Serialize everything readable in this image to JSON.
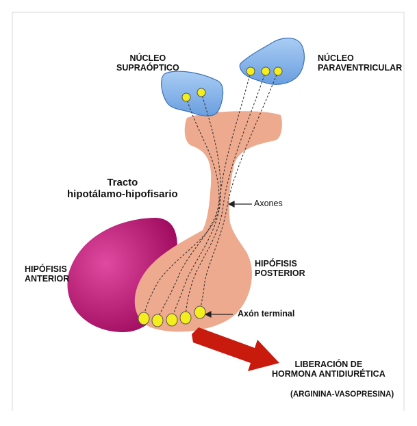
{
  "labels": {
    "supraoptic": "NÚCLEO\nSUPRAÓPTICO",
    "paraventricular": "NÚCLEO\nPARAVENTRICULAR",
    "tract": "Tracto\nhipotálamo-hipofisario",
    "axons": "Axones",
    "anterior": "HIPÓFISIS\nANTERIOR",
    "posterior": "HIPÓFISIS\nPOSTERIOR",
    "terminal": "Axón terminal",
    "release": "LIBERACIÓN DE\nHORMONA ANTIDIURÉTICA",
    "release_sub": "(ARGININA-VASOPRESINA)"
  },
  "colors": {
    "nucleus_fill": "#7fb1ea",
    "nucleus_stroke": "#3b6fb6",
    "posterior_fill": "#eeaa8e",
    "anterior_fill": "#c8127c",
    "terminal_fill": "#f4ee1c",
    "arrow_fill": "#c91a0e",
    "axon_stroke": "#333333"
  }
}
